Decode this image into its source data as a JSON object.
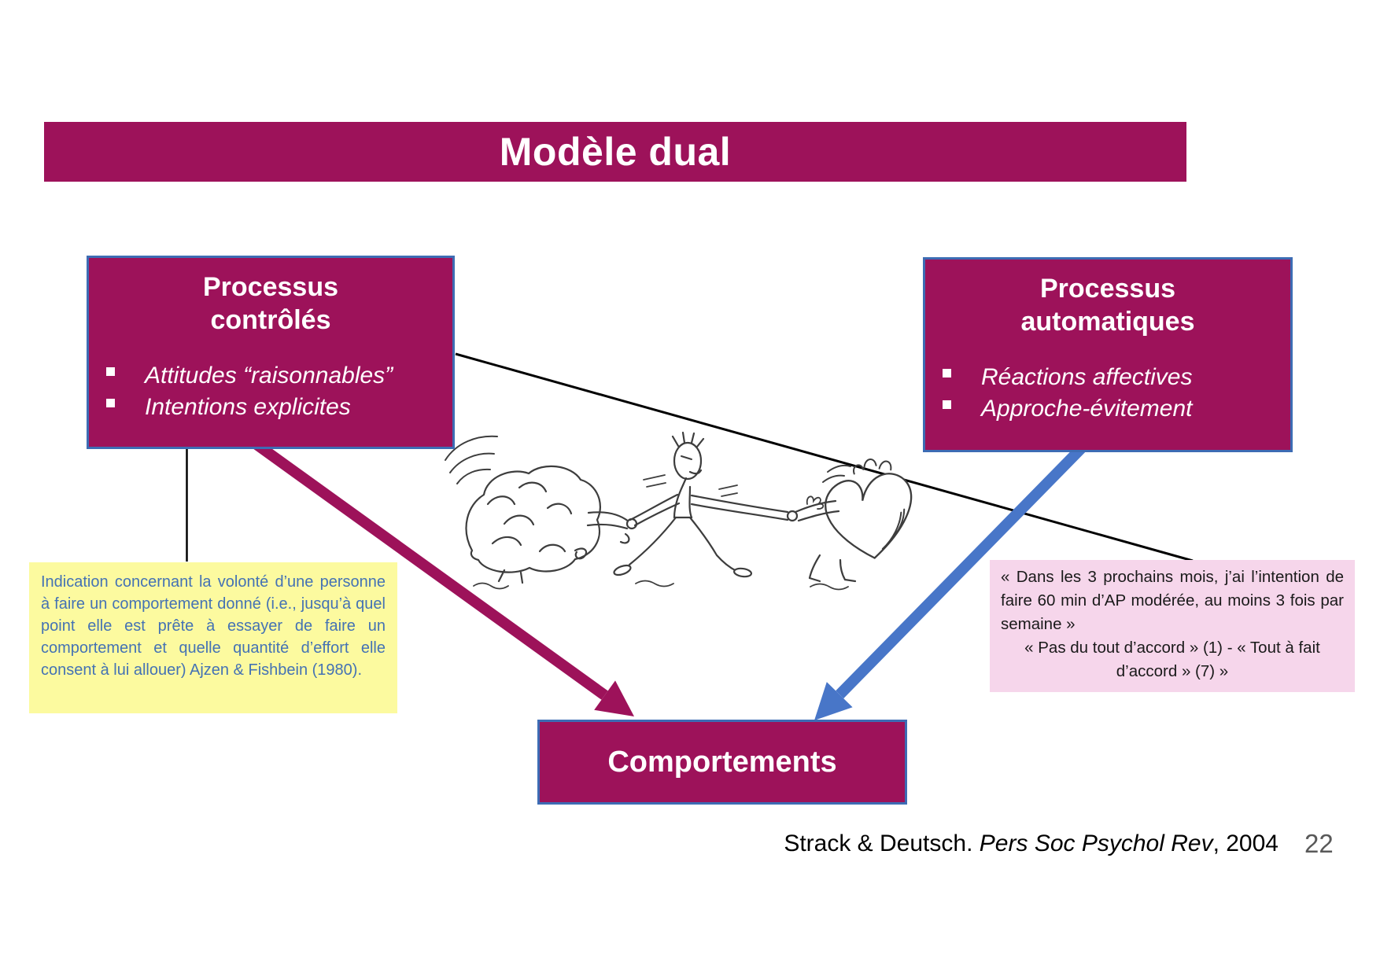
{
  "slide": {
    "title": "Modèle dual",
    "page_number": "22",
    "citation": {
      "authors": "Strack & Deutsch.",
      "journal_italic": "Pers Soc Psychol Rev",
      "year": ", 2004"
    }
  },
  "boxes": {
    "controlled": {
      "title": "Processus\ncontrôlés",
      "bullets": [
        "Attitudes “raisonnables”",
        "Intentions explicites"
      ]
    },
    "automatic": {
      "title": "Processus\nautomatiques",
      "bullets": [
        "Réactions affectives",
        "Approche-évitement"
      ]
    },
    "behavior": {
      "label": "Comportements"
    }
  },
  "notes": {
    "intention_definition": "Indication concernant la volonté d’une personne à faire un comportement donné (i.e., jusqu’à quel point elle est prête à essayer de faire un comportement et quelle quantité d’effort elle consent à lui allouer) Ajzen & Fishbein (1980).",
    "intention_example_main": "« Dans les 3 prochains mois, j’ai l’intention de faire 60 min d’AP modérée, au moins 3 fois par semaine »",
    "intention_example_scale": "« Pas du tout d’accord » (1) - « Tout à fait d’accord » (7) »"
  },
  "illustration": {
    "description": "Cartoon tug-of-war: a man pulled between a brain (left) and a heart (right)"
  },
  "colors": {
    "magenta": "#9D125A",
    "box_border_blue": "#3D6CB4",
    "arrow_blue": "#4876C8",
    "note_yellow_bg": "#FCFA9F",
    "note_yellow_text": "#4472B4",
    "note_pink_bg": "#F6D6EB",
    "page_number_gray": "#595959",
    "line_black": "#000000"
  }
}
